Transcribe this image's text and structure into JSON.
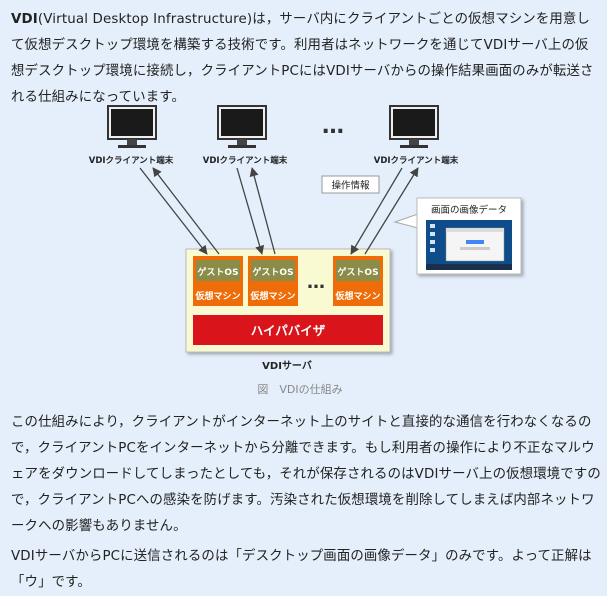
{
  "intro": {
    "term": "VDI",
    "text": "(Virtual Desktop Infrastructure)は，サーバ内にクライアントごとの仮想マシンを用意して仮想デスクトップ環境を構築する技術です。利用者はネットワークを通じてVDIサーバ上の仮想デスクトップ環境に接続し，クライアントPCにはVDIサーバからの操作結果画面のみが転送される仕組みになっています。"
  },
  "figure": {
    "clients": [
      {
        "label": "VDIクライアント端末"
      },
      {
        "label": "VDIクライアント端末"
      },
      {
        "label": "VDIクライアント端末"
      }
    ],
    "ellipsis": "…",
    "operation_info": "操作情報",
    "screen_data": "画面の画像データ",
    "vms": [
      {
        "guest": "ゲストOS",
        "vm": "仮想マシン"
      },
      {
        "guest": "ゲストOS",
        "vm": "仮想マシン"
      },
      {
        "guest": "ゲストOS",
        "vm": "仮想マシン"
      }
    ],
    "hypervisor": "ハイパバイザ",
    "server": "VDIサーバ",
    "caption": "図　VDIの仕組み",
    "colors": {
      "vm_orange": "#ee6d08",
      "guest_olive": "#8b8c48",
      "hypervisor_red": "#d9141a",
      "server_bg": "#fafad2"
    }
  },
  "body": {
    "paragraph2": "この仕組みにより，クライアントがインターネット上のサイトと直接的な通信を行わなくなるので，クライアントPCをインターネットから分離できます。もし利用者の操作により不正なマルウェアをダウンロードしてしまったとしても，それが保存されるのはVDIサーバ上の仮想環境ですので，クライアントPCへの感染を防げます。汚染された仮想環境を削除してしまえば内部ネットワークへの影響もありません。",
    "paragraph3": "VDIサーバからPCに送信されるのは「デスクトップ画面の画像データ」のみです。よって正解は「ウ」です。"
  }
}
